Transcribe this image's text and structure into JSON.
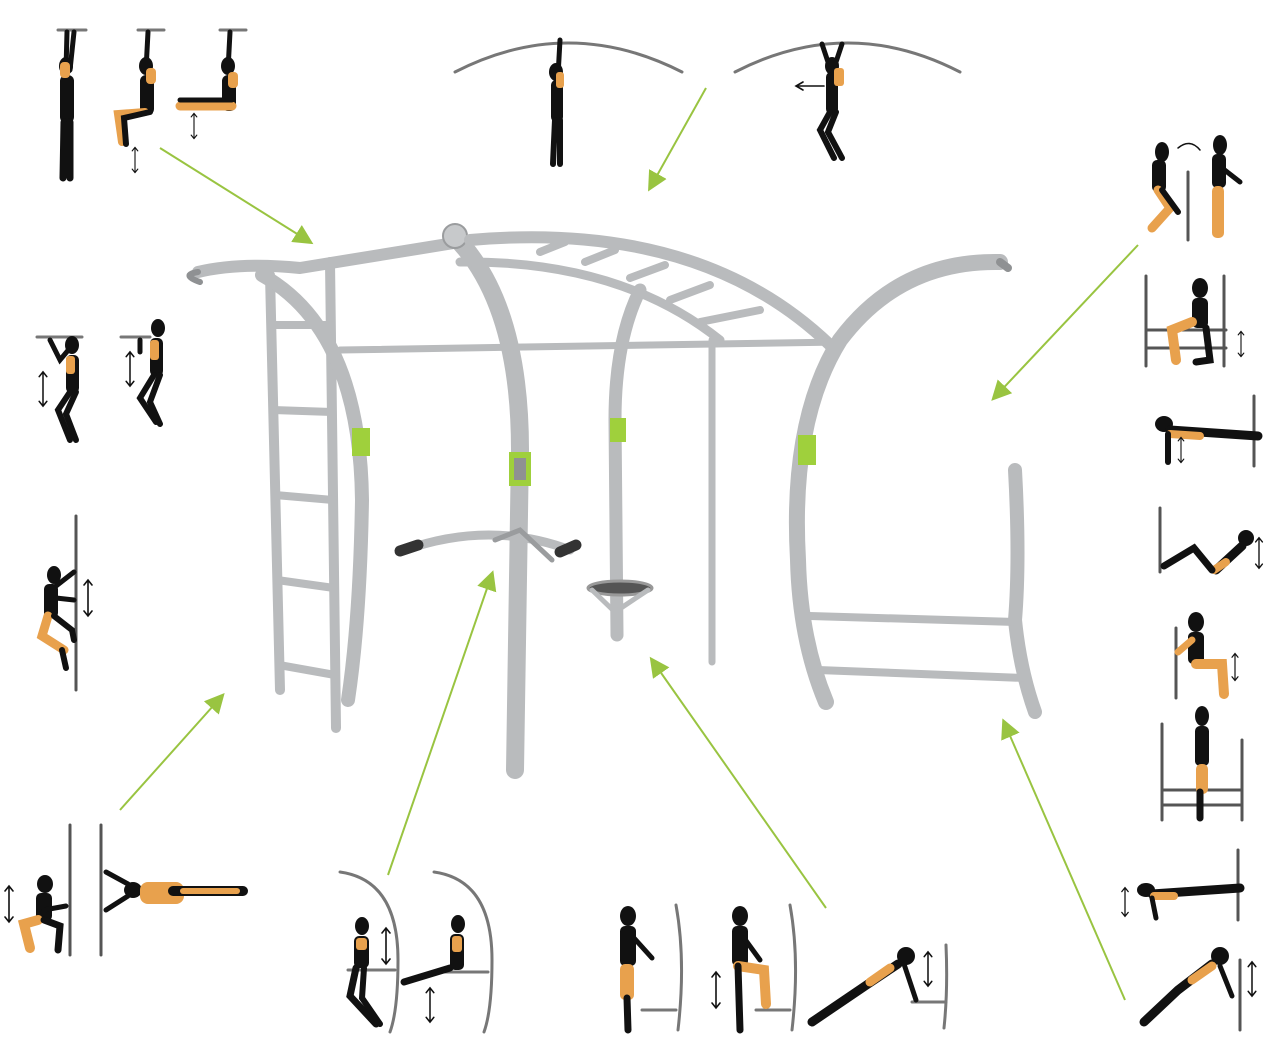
{
  "colors": {
    "frame": "#b9bbbd",
    "frame_dark": "#8f9193",
    "accent_band": "#9fd03c",
    "arrow": "#99c441",
    "figure": "#111111",
    "muscle": "#e8a14d",
    "bar": "#777777"
  },
  "frame": {
    "components": [
      "climbing-ladder",
      "curved-pull-up-arch",
      "overhead-monkey-bars",
      "dip-bar-ring",
      "step-platform",
      "wall-bars-arch"
    ]
  },
  "exercise_groups": [
    {
      "id": "hanging-leg-raise",
      "figures": 3
    },
    {
      "id": "curved-bar-pull-up",
      "figures": 2
    },
    {
      "id": "chin-up",
      "figures": 2
    },
    {
      "id": "pole-climb",
      "figures": 1
    },
    {
      "id": "wall-sit-and-plank",
      "figures": 2
    },
    {
      "id": "dips-and-leg-raise",
      "figures": 2
    },
    {
      "id": "step-up-and-incline-push-up",
      "figures": 3
    },
    {
      "id": "wall-bar-routine",
      "figures": 8
    },
    {
      "id": "incline-push-up-side",
      "figures": 2
    }
  ]
}
